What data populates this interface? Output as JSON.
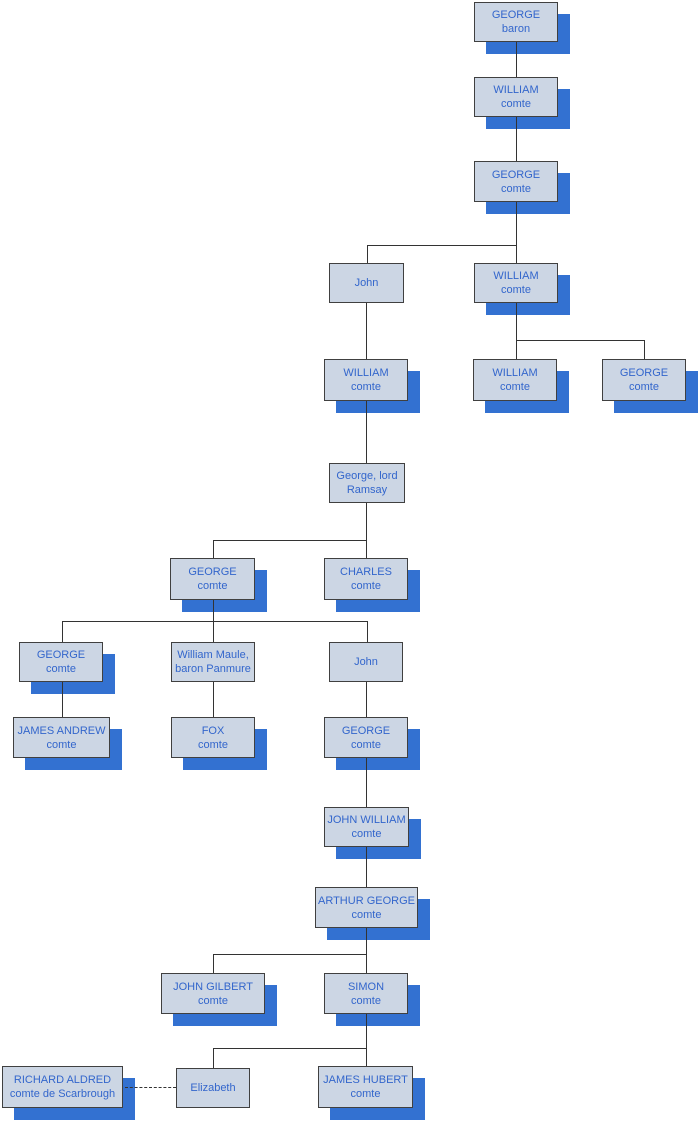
{
  "diagram": {
    "type": "family-tree",
    "nodes": [
      {
        "id": "george-baron",
        "name": "GEORGE",
        "title": "baron"
      },
      {
        "id": "william-comte-1",
        "name": "WILLIAM",
        "title": "comte"
      },
      {
        "id": "george-comte-1",
        "name": "GEORGE",
        "title": "comte"
      },
      {
        "id": "john-1",
        "name": "John"
      },
      {
        "id": "william-comte-2",
        "name": "WILLIAM",
        "title": "comte"
      },
      {
        "id": "william-comte-3",
        "name": "WILLIAM",
        "title": "comte"
      },
      {
        "id": "william-comte-4",
        "name": "WILLIAM",
        "title": "comte"
      },
      {
        "id": "george-comte-2",
        "name": "GEORGE",
        "title": "comte"
      },
      {
        "id": "george-lord-ramsay",
        "name": "George, lord",
        "title": "Ramsay"
      },
      {
        "id": "george-comte-3",
        "name": "GEORGE",
        "title": "comte"
      },
      {
        "id": "charles-comte",
        "name": "CHARLES",
        "title": "comte"
      },
      {
        "id": "george-comte-4",
        "name": "GEORGE",
        "title": "comte"
      },
      {
        "id": "william-maule",
        "name": "William Maule,",
        "title": "baron Panmure"
      },
      {
        "id": "john-2",
        "name": "John"
      },
      {
        "id": "james-andrew-comte",
        "name": "JAMES ANDREW",
        "title": "comte"
      },
      {
        "id": "fox-comte",
        "name": "FOX",
        "title": "comte"
      },
      {
        "id": "george-comte-5",
        "name": "GEORGE",
        "title": "comte"
      },
      {
        "id": "john-william-comte",
        "name": "JOHN WILLIAM",
        "title": "comte"
      },
      {
        "id": "arthur-george-comte",
        "name": "ARTHUR GEORGE",
        "title": "comte"
      },
      {
        "id": "john-gilbert-comte",
        "name": "JOHN GILBERT",
        "title": "comte"
      },
      {
        "id": "simon-comte",
        "name": "SIMON",
        "title": "comte"
      },
      {
        "id": "richard-aldred",
        "name": "RICHARD ALDRED",
        "title": "comte de Scarbrough"
      },
      {
        "id": "elizabeth",
        "name": "Elizabeth"
      },
      {
        "id": "james-hubert-comte",
        "name": "JAMES HUBERT",
        "title": "comte"
      }
    ]
  },
  "colors": {
    "box_fill": "#ccd6e4",
    "box_border": "#404040",
    "box_shadow": "#3371d1",
    "text": "#3366cc",
    "connector": "#333333",
    "background": "#ffffff"
  }
}
